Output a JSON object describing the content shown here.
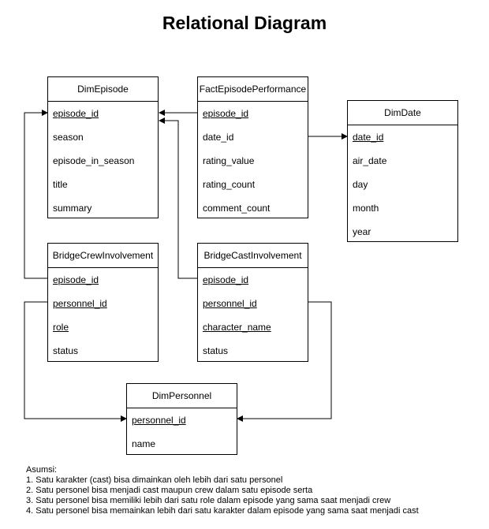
{
  "diagram": {
    "title": "Relational Diagram"
  },
  "entities": {
    "dim_episode": {
      "name": "DimEpisode",
      "fields": [
        {
          "label": "episode_id",
          "key": true
        },
        {
          "label": "season",
          "key": false
        },
        {
          "label": "episode_in_season",
          "key": false
        },
        {
          "label": "title",
          "key": false
        },
        {
          "label": "summary",
          "key": false
        }
      ]
    },
    "fact_episode_performance": {
      "name": "FactEpisodePerformance",
      "fields": [
        {
          "label": "episode_id",
          "key": true
        },
        {
          "label": "date_id",
          "key": false
        },
        {
          "label": "rating_value",
          "key": false
        },
        {
          "label": "rating_count",
          "key": false
        },
        {
          "label": "comment_count",
          "key": false
        }
      ]
    },
    "dim_date": {
      "name": "DimDate",
      "fields": [
        {
          "label": "date_id",
          "key": true
        },
        {
          "label": "air_date",
          "key": false
        },
        {
          "label": "day",
          "key": false
        },
        {
          "label": "month",
          "key": false
        },
        {
          "label": "year",
          "key": false
        }
      ]
    },
    "bridge_crew_involvement": {
      "name": "BridgeCrewInvolvement",
      "fields": [
        {
          "label": "episode_id",
          "key": true
        },
        {
          "label": "personnel_id",
          "key": true
        },
        {
          "label": "role",
          "key": true
        },
        {
          "label": "status",
          "key": false
        }
      ]
    },
    "bridge_cast_involvement": {
      "name": "BridgeCastInvolvement",
      "fields": [
        {
          "label": "episode_id",
          "key": true
        },
        {
          "label": "personnel_id",
          "key": true
        },
        {
          "label": "character_name",
          "key": true
        },
        {
          "label": "status",
          "key": false
        }
      ]
    },
    "dim_personnel": {
      "name": "DimPersonnel",
      "fields": [
        {
          "label": "personnel_id",
          "key": true
        },
        {
          "label": "name",
          "key": false
        }
      ]
    }
  },
  "notes": {
    "heading": "Asumsi:",
    "items": [
      "1. Satu karakter (cast) bisa dimainkan oleh lebih dari satu personel",
      "2. Satu personel bisa menjadi cast maupun crew dalam satu episode serta",
      "3. Satu personel bisa memiliki lebih dari satu role dalam episode yang sama saat menjadi crew",
      "4. Satu personel bisa memainkan lebih dari satu karakter dalam episode yang sama saat menjadi cast"
    ]
  }
}
